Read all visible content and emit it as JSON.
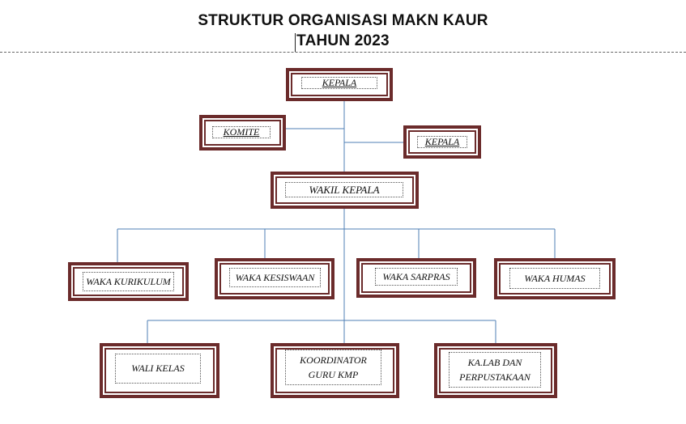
{
  "document": {
    "title_line1": "STRUKTUR ORGANISASI MAKN KAUR",
    "title_line2": "TAHUN 2023"
  },
  "org_chart": {
    "top": {
      "label": "KEPALA"
    },
    "komite": {
      "label": "KOMITE"
    },
    "kepala_side": {
      "label": "KEPALA"
    },
    "wakil": {
      "label": "WAKIL KEPALA"
    },
    "wakas": [
      {
        "label": "WAKA KURIKULUM"
      },
      {
        "label": "WAKA KESISWAAN"
      },
      {
        "label": "WAKA SARPRAS"
      },
      {
        "label": "WAKA HUMAS"
      }
    ],
    "bottom": [
      {
        "label": "WALI KELAS"
      },
      {
        "label_line1": "KOORDINATOR",
        "label_line2": "GURU KMP"
      },
      {
        "label_line1": "KA.LAB DAN",
        "label_line2": "PERPUSTAKAAN"
      }
    ],
    "colors": {
      "box_border": "#6b2b2b",
      "connector": "#4f7fb5"
    }
  }
}
